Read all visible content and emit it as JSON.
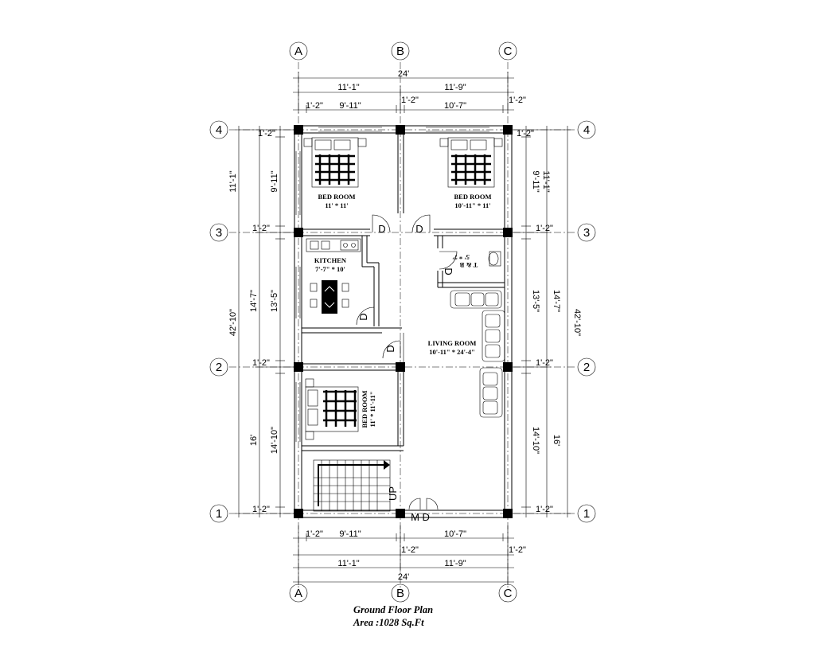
{
  "title": "Ground Floor Plan",
  "area": "Area :1028 Sq.Ft",
  "grid_columns": [
    "A",
    "B",
    "C"
  ],
  "grid_rows": [
    "4",
    "3",
    "2",
    "1"
  ],
  "dimensions": {
    "top_total": "24'",
    "top_span_a_b": "11'-1\"",
    "top_span_b_c": "11'-9\"",
    "top_col_a": "1'-2\"",
    "top_clear_a_b": "9'-11\"",
    "top_col_b": "1'-2\"",
    "top_clear_b_c": "10'-7\"",
    "top_col_c": "1'-2\"",
    "bottom_col_a": "1'-2\"",
    "bottom_clear_a_b": "9'-11\"",
    "bottom_clear_b_c": "10'-7\"",
    "bottom_col_b": "1'-2\"",
    "bottom_col_c": "1'-2\"",
    "bottom_span_a_b": "11'-1\"",
    "bottom_span_b_c": "11'-9\"",
    "bottom_total": "24'",
    "left_col_4": "1'-2\"",
    "left_clear_4_3": "9'-11\"",
    "left_span_4_3": "11'-1\"",
    "left_col_3": "1'-2\"",
    "left_clear_3_2": "13'-5\"",
    "left_span_3_2": "14'-7\"",
    "left_total": "42'-10\"",
    "left_col_2": "1'-2\"",
    "left_clear_2_1": "14'-10\"",
    "left_span_2_1": "16'",
    "left_col_1": "1'-2\"",
    "right_col_4": "1'-2\"",
    "right_clear_4_3": "9'-11\"",
    "right_span_4_3": "11'-1\"",
    "right_col_3": "1'-2\"",
    "right_clear_3_2": "13'-5\"",
    "right_span_3_2": "14'-7\"",
    "right_total": "42'-10\"",
    "right_col_2": "1'-2\"",
    "right_clear_2_1": "14'-10\"",
    "right_span_2_1": "16'",
    "right_col_1": "1'-2\""
  },
  "rooms": {
    "bed1_name": "BED ROOM",
    "bed1_size": "11' * 11'",
    "bed2_name": "BED ROOM",
    "bed2_size": "10'-11\" * 11'",
    "kitchen_name": "KITCHEN",
    "kitchen_size": "7'-7\" * 10'",
    "toilet_name": "T & B",
    "toilet_size": "5' * 7'",
    "living_name": "LIVING ROOM",
    "living_size": "10'-11\" * 24'-4\"",
    "bed3_name": "BED ROOM",
    "bed3_size": "11' * 11'-11\""
  },
  "labels": {
    "door": "D",
    "stair_up": "UP",
    "main_door": "M D"
  }
}
